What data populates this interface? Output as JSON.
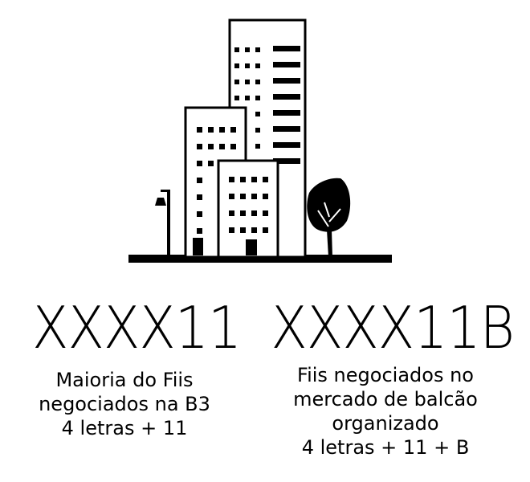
{
  "colors": {
    "ink": "#000000",
    "background": "#ffffff"
  },
  "illustration": {
    "icon": "city-buildings-icon"
  },
  "left": {
    "ticker": "XXXX11",
    "lines": [
      "Maioria do Fiis",
      "negociados na B3",
      "4 letras + 11"
    ]
  },
  "right": {
    "ticker": "XXXX11B",
    "lines": [
      "Fiis negociados no",
      "mercado de balcão",
      "organizado",
      "4 letras + 11 + B"
    ]
  }
}
